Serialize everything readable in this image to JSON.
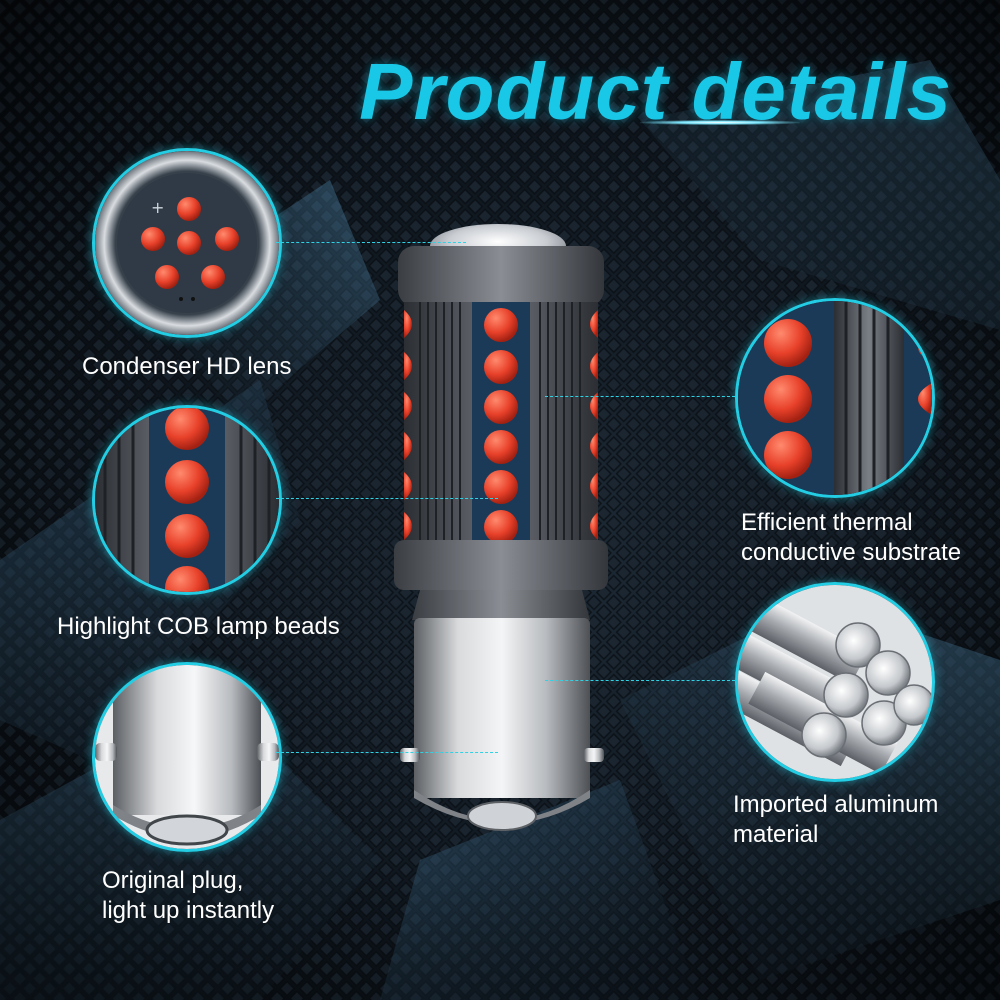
{
  "page": {
    "title": "Product details"
  },
  "features": [
    {
      "id": "lens",
      "caption_lines": [
        "Condenser HD lens"
      ]
    },
    {
      "id": "beads",
      "caption_lines": [
        "Highlight COB lamp beads"
      ]
    },
    {
      "id": "plug",
      "caption_lines": [
        "Original plug,",
        "light up instantly"
      ]
    },
    {
      "id": "substrate",
      "caption_lines": [
        "Efficient thermal",
        "conductive substrate"
      ]
    },
    {
      "id": "aluminum",
      "caption_lines": [
        "Imported aluminum",
        "material"
      ]
    }
  ],
  "colors": {
    "accent": "#19c7e6",
    "led_red": "#e8412a",
    "caption_text": "#ffffff"
  },
  "icons": [
    "lens-detail-image",
    "led-beads-detail-image",
    "plug-detail-image",
    "substrate-detail-image",
    "aluminum-rods-detail-image",
    "led-bulb-image"
  ]
}
